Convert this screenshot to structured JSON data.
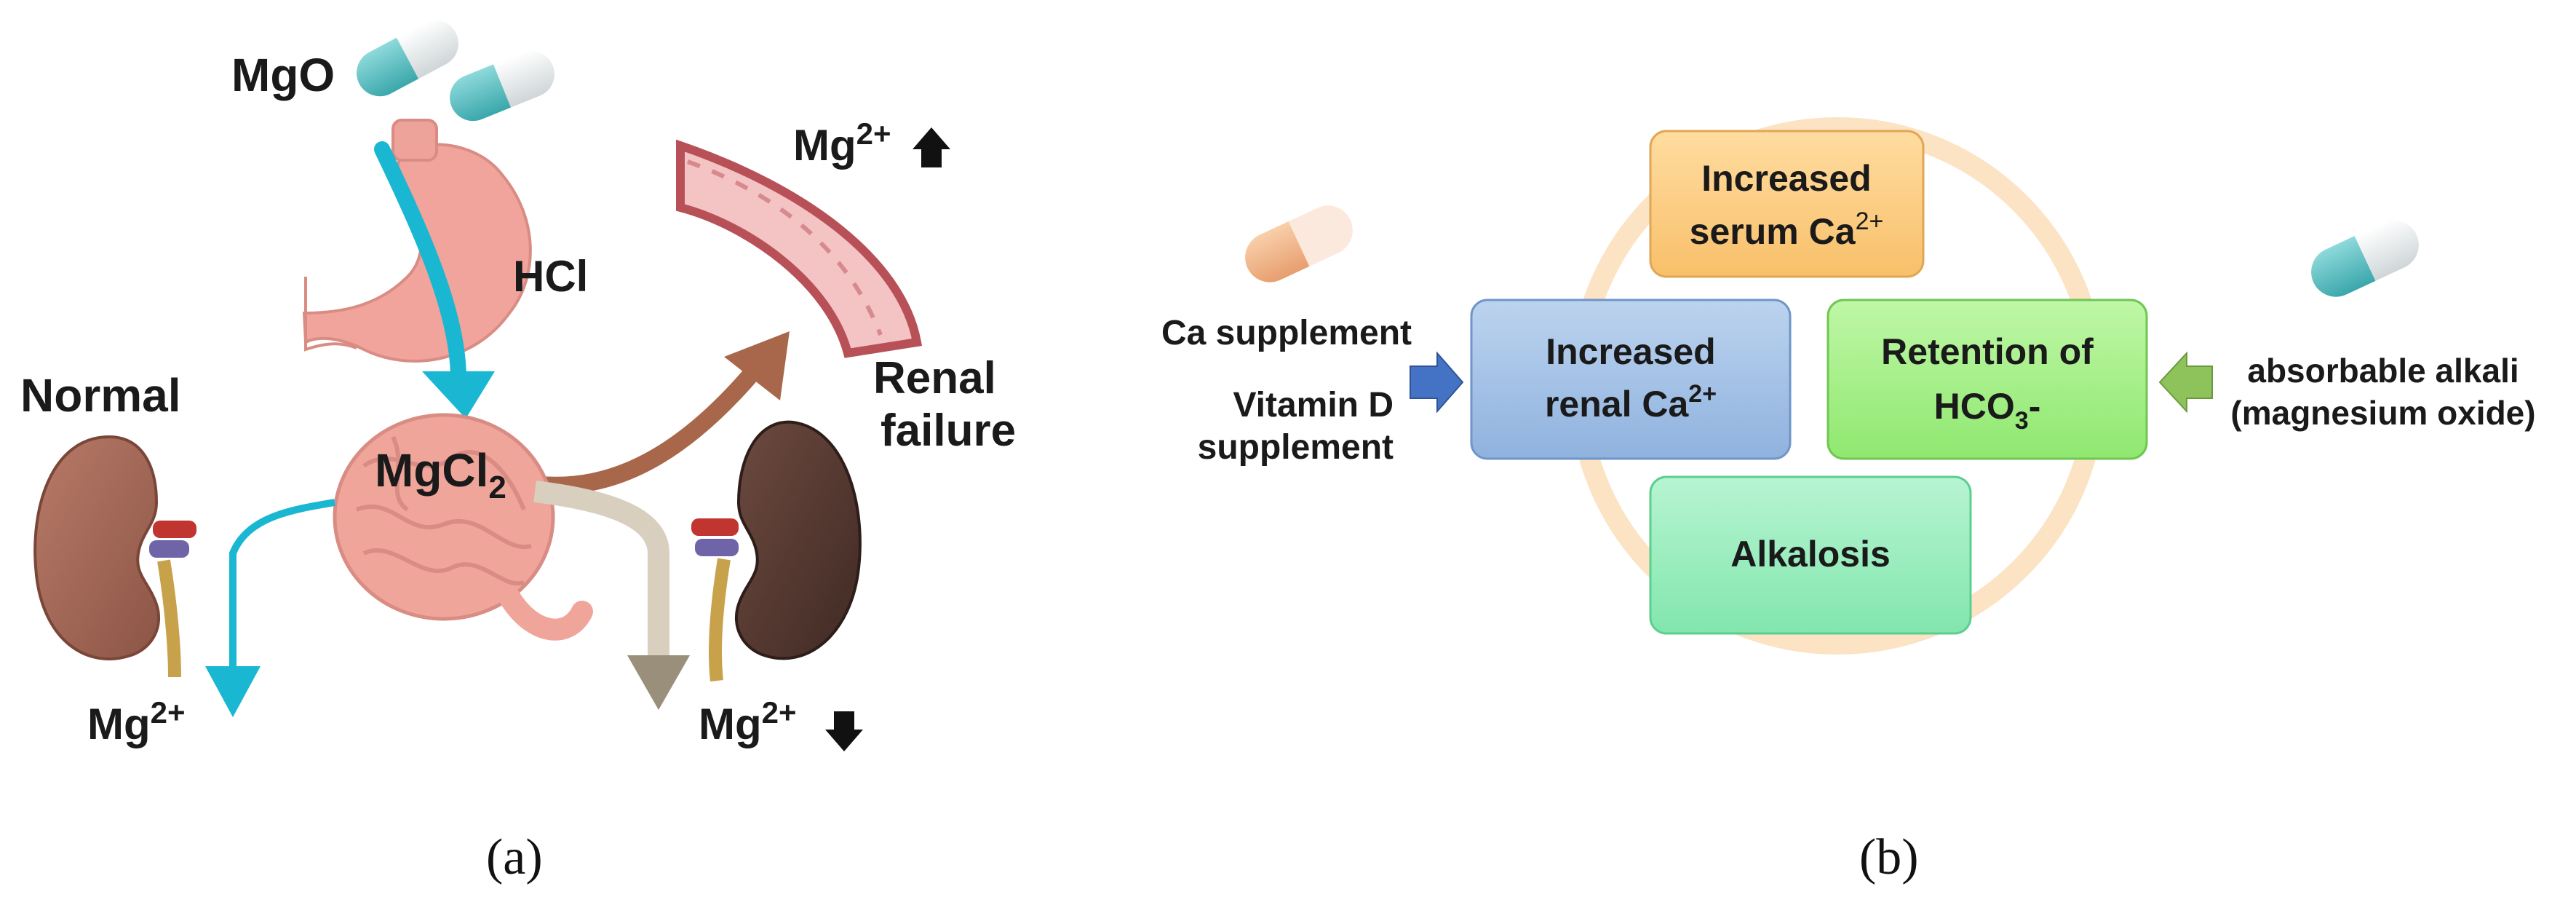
{
  "panel_a": {
    "label_mgo": "MgO",
    "label_hcl": "HCl",
    "label_mgcl2_base": "MgCl",
    "label_mgcl2_sub": "2",
    "label_mg_top_base": "Mg",
    "label_mg_top_sup": "2+",
    "label_renal_1": "Renal",
    "label_renal_2": "failure",
    "label_normal": "Normal",
    "label_mg_left_base": "Mg",
    "label_mg_left_sup": "2+",
    "label_mg_right_base": "Mg",
    "label_mg_right_sup": "2+",
    "caption": "(a)"
  },
  "panel_b": {
    "box_top_line1": "Increased",
    "box_top_line2": "serum Ca",
    "box_top_sup": "2+",
    "box_left_line1": "Increased",
    "box_left_line2": "renal Ca",
    "box_left_sup": "2+",
    "box_right_line1": "Retention of",
    "box_right_line2": "HCO",
    "box_right_sub": "3",
    "box_right_suffix": "-",
    "box_bottom": "Alkalosis",
    "left_input_1": "Ca supplement",
    "left_input_2": "Vitamin D",
    "left_input_3": "supplement",
    "right_input_1": "absorbable alkali",
    "right_input_2": "(magnesium oxide)",
    "caption": "(b)"
  },
  "colors": {
    "box_top": "#fcd08a",
    "box_left": "#a9c6e8",
    "box_right": "#a6f28a",
    "box_bottom": "#9ff0c0",
    "arrow_blue": "#4472c4",
    "arrow_green": "#8dc35a",
    "cyan_arrow": "#19b7d2",
    "brown_arrow": "#a8674a",
    "grey_arrow": "#9a8f7a",
    "kidney_normal": "#a56b5b",
    "kidney_failure": "#5a3b33",
    "intestine": "#efa59a",
    "stomach": "#f0a49c",
    "vessel": "#b85058",
    "capsule_teal": "#5bbfc2",
    "capsule_orange": "#f3b58a",
    "cycle_ring": "#fbe3c4"
  }
}
